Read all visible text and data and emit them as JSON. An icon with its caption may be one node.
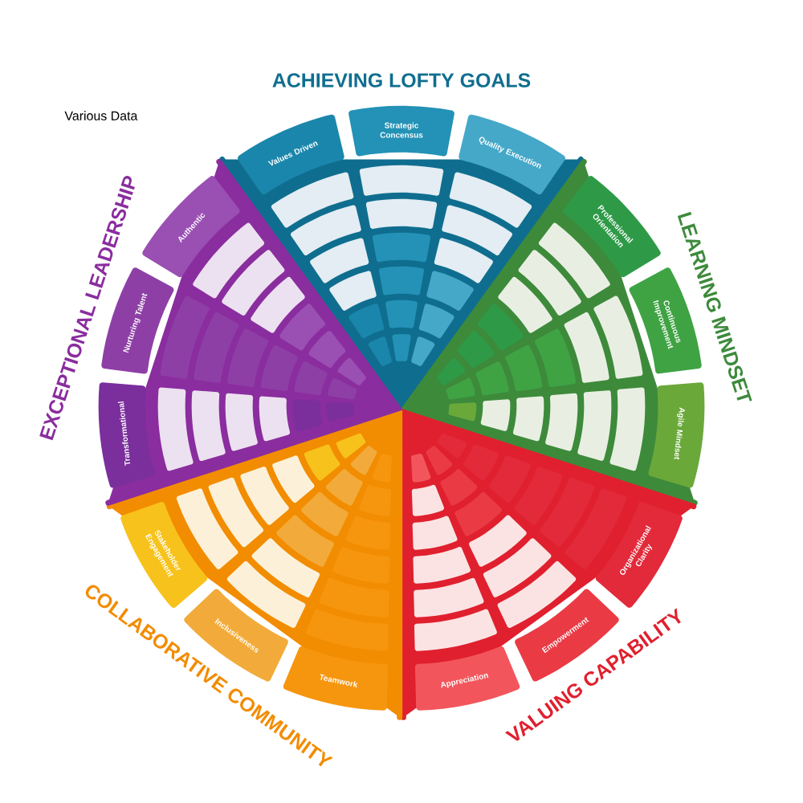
{
  "diagram": {
    "nodes": [
      {
        "text": [
          "ACHIEVING LOFTY GOALS"
        ]
      },
      {
        "text": [
          "Values Driven"
        ],
        "in": 0
      },
      {
        "text": [
          "Strategic Concensus"
        ],
        "in": 0
      },
      {
        "text": [
          "Quality Execution"
        ],
        "in": 0
      },
      {
        "text": [
          "LEARNING MINDSET"
        ]
      },
      {
        "text": [
          "Professional Orientation"
        ],
        "in": 4
      },
      {
        "text": [
          "Continuous Improvement"
        ],
        "in": 4
      },
      {
        "text": [
          "Agile Mindset"
        ],
        "in": 4
      },
      {
        "text": [
          "VALUING CAPABILITY"
        ]
      },
      {
        "text": [
          "Organizational Clarity"
        ],
        "in": 8
      },
      {
        "text": [
          "Empowerment"
        ],
        "in": 8
      },
      {
        "text": [
          "Appreciation"
        ],
        "in": 8
      },
      {
        "text": [
          "COLLABORATIVE COMMUNITY"
        ]
      },
      {
        "text": [
          "Stakeholder Engagement"
        ],
        "in": 12
      },
      {
        "text": [
          "Inclusiveness"
        ],
        "in": 12
      },
      {
        "text": [
          "Teamwork"
        ],
        "in": 12
      },
      {
        "text": [
          "EXCEPTIONAL LEADERSHIP"
        ]
      },
      {
        "text": [
          "Authentic"
        ],
        "in": 16
      },
      {
        "text": [
          "Nurturing Talent"
        ],
        "in": 16
      },
      {
        "text": [
          "Transformational"
        ],
        "in": 16
      }
    ],
    "labels": [
      "Various Data"
    ]
  }
}
